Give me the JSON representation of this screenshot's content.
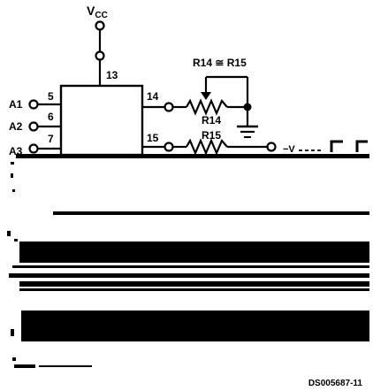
{
  "supply": {
    "main": "V",
    "sub": "CC"
  },
  "pins": {
    "p13": "13",
    "p5": "5",
    "p6": "6",
    "p7": "7",
    "p14": "14",
    "p15": "15"
  },
  "inputs": {
    "a1": "A1",
    "a2": "A2",
    "a3": "A3"
  },
  "resistors": {
    "relation": "R14 ≅ R15",
    "r14": "R14",
    "r15": "R15"
  },
  "output_label": "−V",
  "figure_id": "DS005687-11"
}
